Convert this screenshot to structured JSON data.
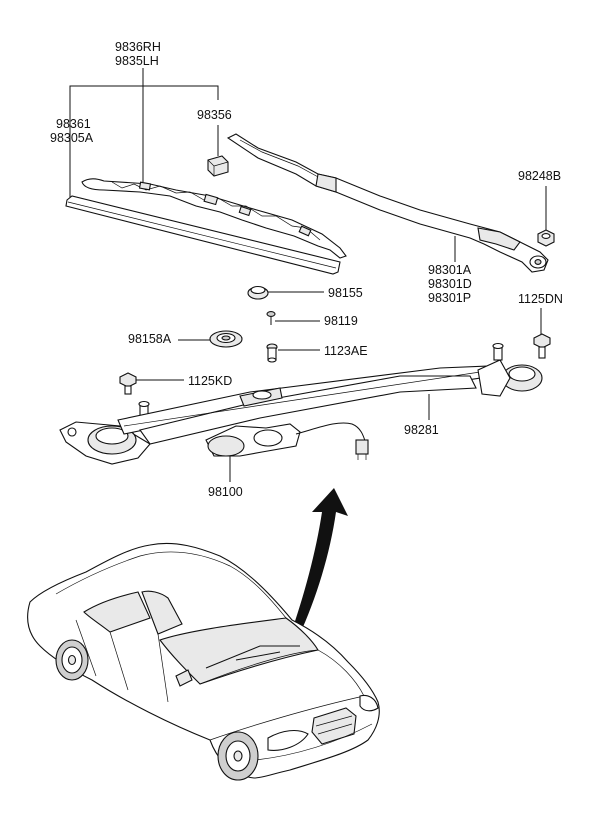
{
  "labels": {
    "rh": "9836RH",
    "lh": "9835LH",
    "blade_a": "98361",
    "blade_b": "98305A",
    "insert": "98356",
    "nut": "98248B",
    "arm_a": "98301A",
    "arm_d": "98301D",
    "arm_p": "98301P",
    "cap": "98155",
    "screw": "98119",
    "bolt_dn": "1125DN",
    "grommet": "98158A",
    "bolt_ae": "1123AE",
    "bolt_kd": "1125KD",
    "linkage": "98281",
    "motor": "98100"
  }
}
